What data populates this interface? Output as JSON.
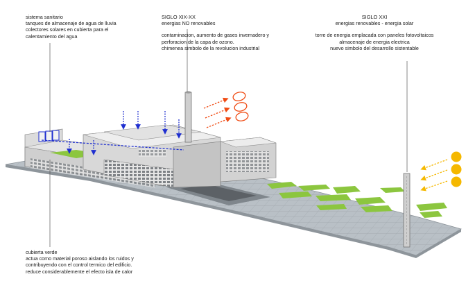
{
  "annotations": {
    "sanitario": {
      "lines": [
        "sistema sanitario",
        "tanques de almacenaje de agua de lluvia",
        "colectores solares en cubierta para el",
        "calentamiento del agua"
      ]
    },
    "siglo19": {
      "heading": "SIGLO XIX-XX",
      "subheading": "energias NO renovables",
      "lines": [
        "contaminacion, aumento de gases invernadero y",
        "perforacion de la capa de ozono.",
        "chimenea simbolo de la revolucion industrial"
      ]
    },
    "siglo21": {
      "heading": "SIGLO XXI",
      "subheading": "energias renovables - energia solar",
      "lines": [
        "torre de energia emplacada con paneles fotovoltaicos",
        "almacenaje de energia electrica",
        "nuevo simbolo del desarrollo sistentable"
      ]
    },
    "cubierta": {
      "lines": [
        "cubierta verde",
        "actua como material poroso aislando los ruidos y",
        "contribuyendo con el control termico del edificio.",
        "reduce considerablemente el efecto isla de calor"
      ]
    }
  },
  "colors": {
    "green_roof": "#8cc63f",
    "rain_arrows": "#1f2fd0",
    "pollution_arrows": "#f04a12",
    "sun": "#f5b800",
    "building": "#d9d9d9",
    "ground": "#b7bec4",
    "leader_line": "#555555"
  }
}
